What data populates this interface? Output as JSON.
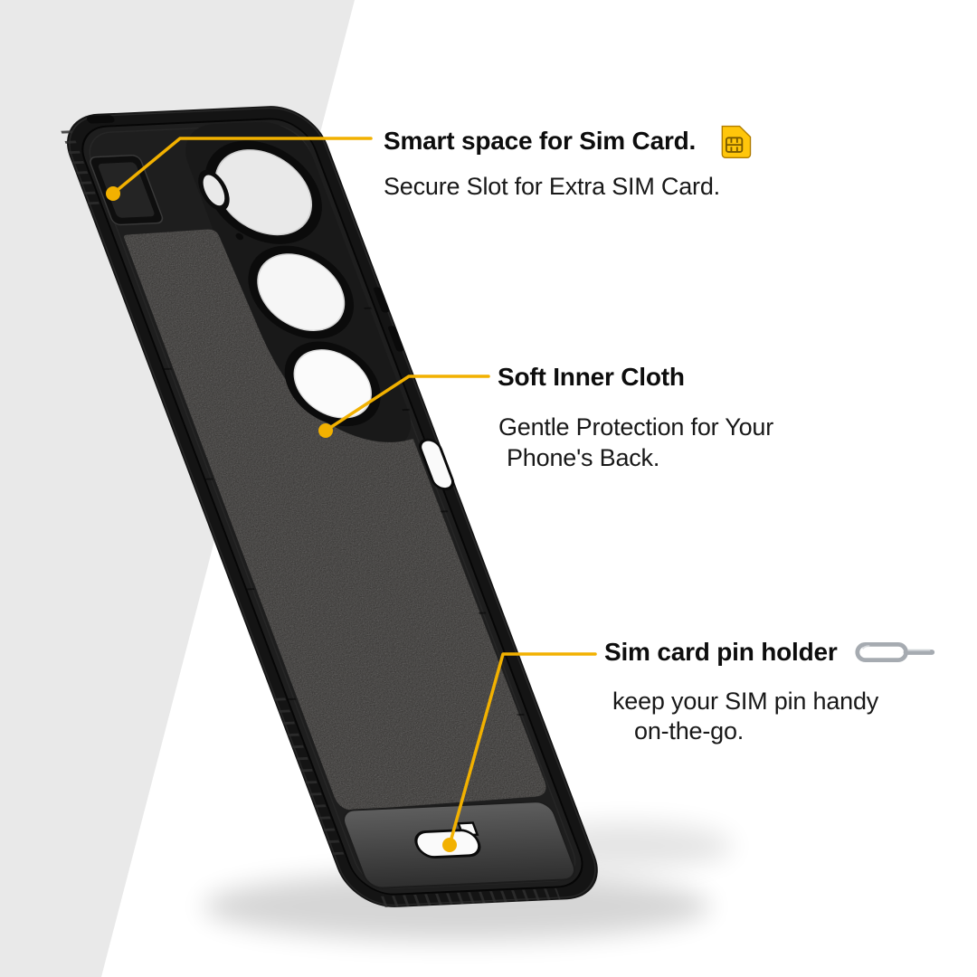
{
  "meta": {
    "title": "Phone case product feature graphic"
  },
  "colors": {
    "accent": "#F2B100",
    "heading": "#0d0d0d",
    "body_text": "#181818",
    "background_left": "#e9e9e9",
    "background_right": "#ffffff",
    "case_black": "#141414",
    "cloth_gray": "#2d2b29",
    "tray_gray": "#565656",
    "sim_gold": "#FFC60B",
    "sim_gold_dark": "#7a5a00",
    "pin_silver": "#a6abb1"
  },
  "annotations": [
    {
      "id": "sim-slot",
      "title": "Smart space for Sim Card.",
      "subtitle_lines": [
        "Secure Slot for Extra SIM Card."
      ],
      "icon": "sim-card-icon"
    },
    {
      "id": "inner-cloth",
      "title": "Soft Inner Cloth",
      "subtitle_lines": [
        "Gentle Protection for Your",
        "Phone's Back."
      ],
      "icon": ""
    },
    {
      "id": "pin-holder",
      "title": "Sim card pin holder",
      "subtitle_lines": [
        "keep your SIM pin handy",
        "on-the-go."
      ],
      "icon": "sim-eject-pin-icon"
    }
  ]
}
